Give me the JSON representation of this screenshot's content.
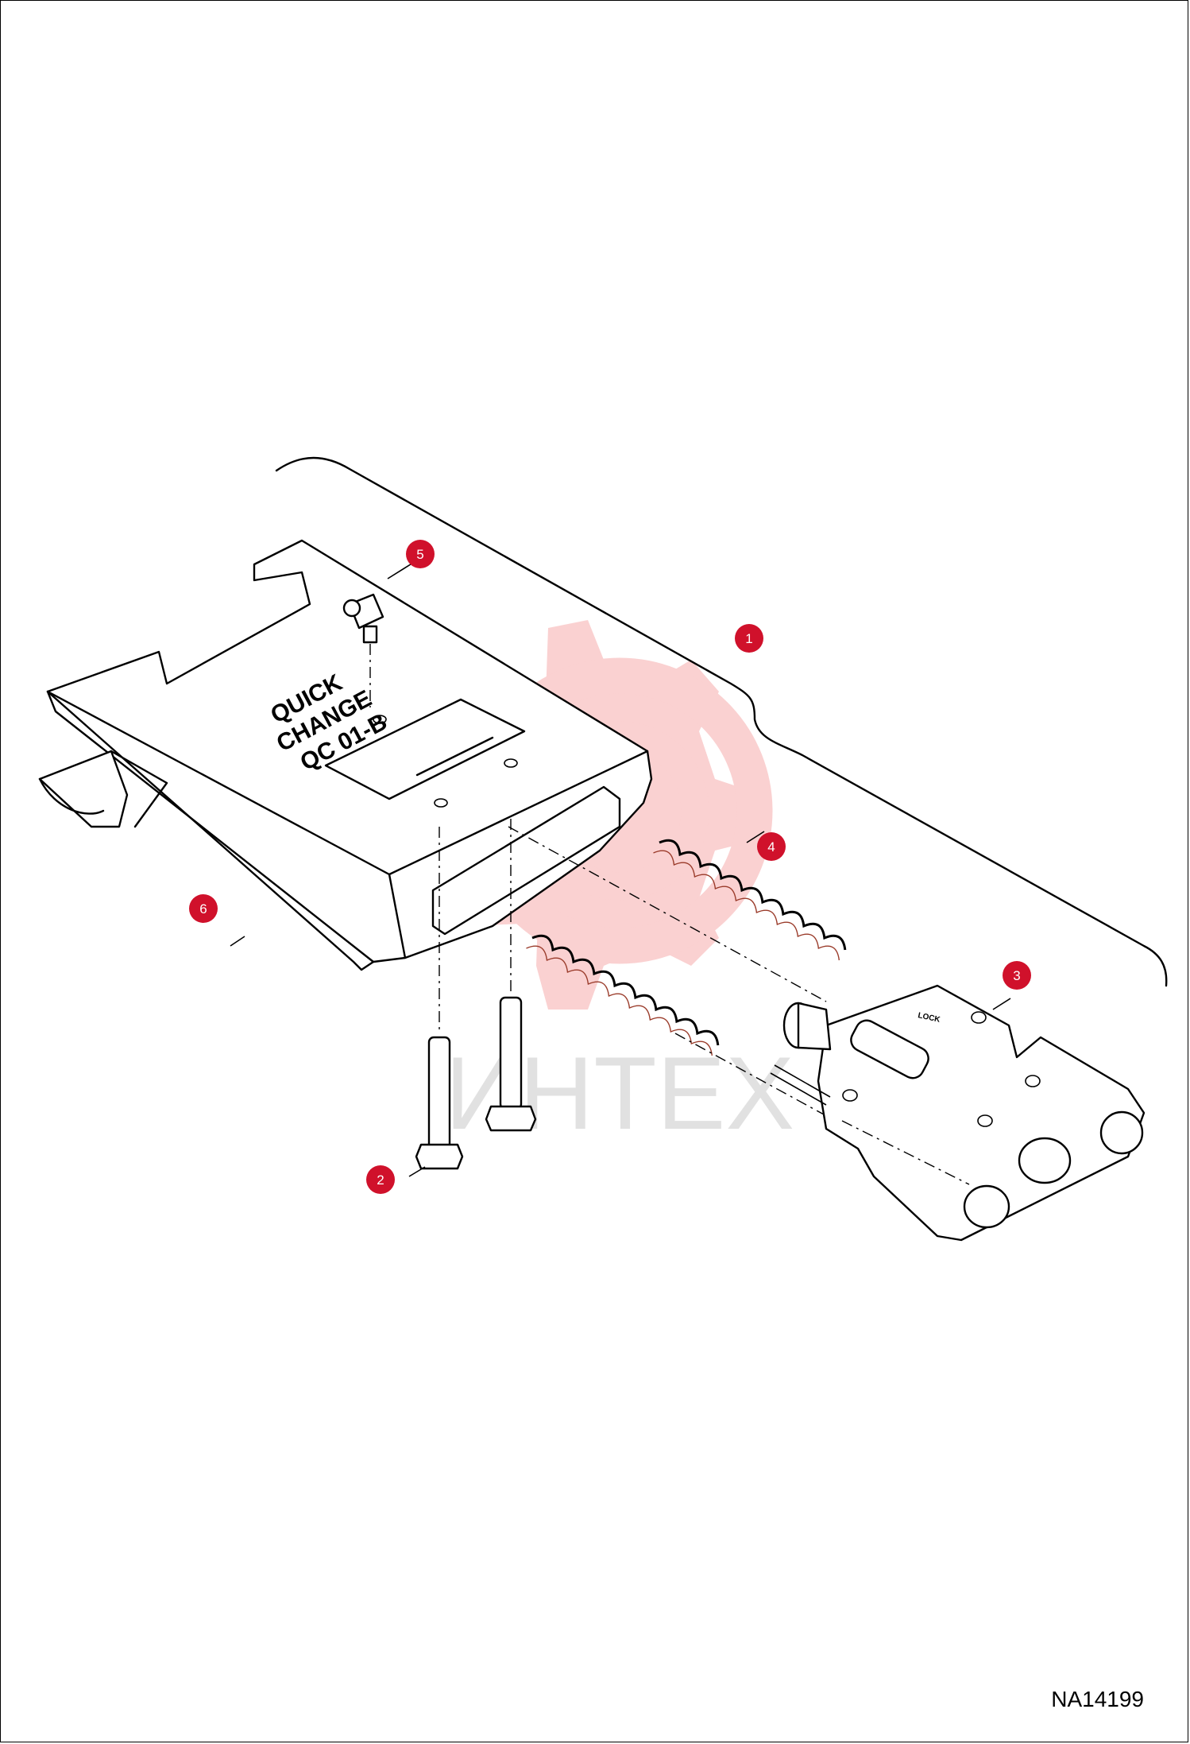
{
  "figure_id": "NA14199",
  "watermark_text": "ИНТЕХ",
  "plate_marking": [
    "QUICK",
    "CHANGE",
    "QC 01-B"
  ],
  "part_marking": "LOCK",
  "callouts": [
    {
      "number": "1",
      "label": "1"
    },
    {
      "number": "2",
      "label": "2"
    },
    {
      "number": "3",
      "label": "3"
    },
    {
      "number": "4",
      "label": "4"
    },
    {
      "number": "5",
      "label": "5"
    },
    {
      "number": "6",
      "label": "6"
    }
  ],
  "colors": {
    "callout": "#d0112b",
    "watermark_logo": "#f4b6b6",
    "line": "#000000"
  }
}
